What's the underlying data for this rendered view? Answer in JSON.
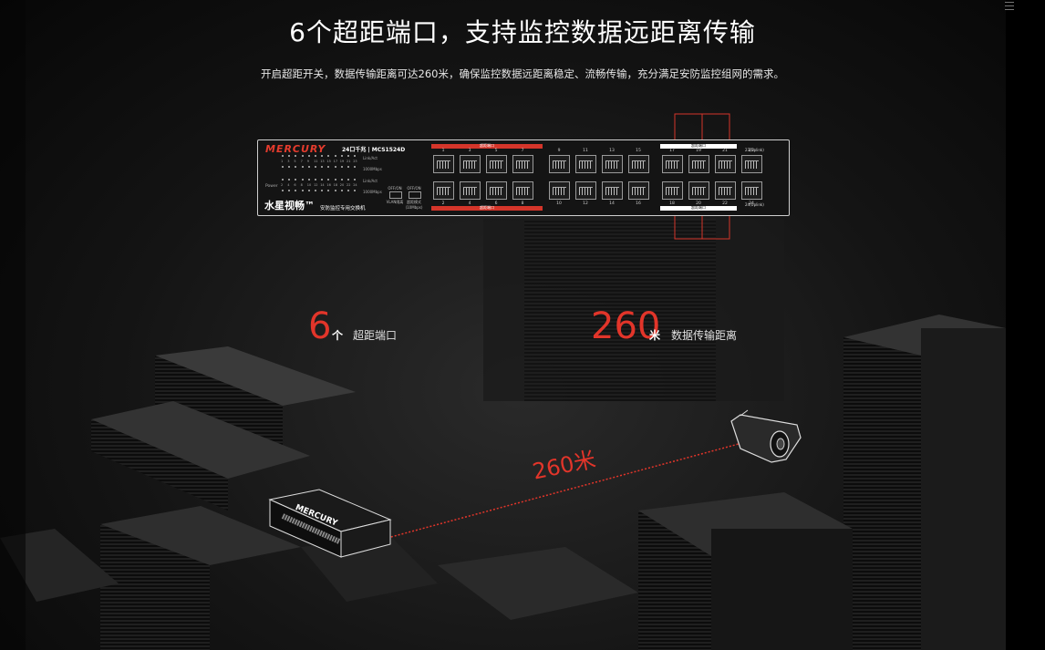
{
  "header": {
    "title": "6个超距端口，支持监控数据远距离传输",
    "subtitle": "开启超距开关，数据传输距离可达260米，确保监控数据远距离稳定、流畅传输，充分满足安防监控组网的需求。"
  },
  "switch": {
    "brand": "MERCURY",
    "model": "24口千兆 | MCS1524D",
    "slogan": "水星视畅™",
    "product_desc": "安防监控专用交换机",
    "led_status_label": "Link/Act",
    "speed_label": "1000Mbps",
    "power_label": "Power",
    "led_numbers_odd": [
      "1",
      "3",
      "5",
      "7",
      "9",
      "11",
      "13",
      "15",
      "17",
      "19",
      "21",
      "23"
    ],
    "led_numbers_even": [
      "2",
      "4",
      "6",
      "8",
      "10",
      "12",
      "14",
      "16",
      "18",
      "20",
      "22",
      "24"
    ],
    "buttons": [
      {
        "state": "OFF/ON",
        "label": "VLAN隔离"
      },
      {
        "state": "OFF/ON",
        "label": "超距模式 (10Mbps)"
      }
    ],
    "top_port_numbers": [
      "1",
      "3",
      "5",
      "7",
      "9",
      "11",
      "13",
      "15",
      "17",
      "19",
      "21",
      "23"
    ],
    "bottom_port_numbers": [
      "2",
      "4",
      "6",
      "8",
      "10",
      "12",
      "14",
      "16",
      "18",
      "20",
      "22",
      "24"
    ],
    "extended_ports_label": "超距端口",
    "uplink_label_top": "23(Uplink)",
    "uplink_label_bottom": "24(Uplink)"
  },
  "stats": [
    {
      "value": "6",
      "unit": "个",
      "caption": "超距端口"
    },
    {
      "value": "260",
      "unit": "米",
      "caption": "数据传输距离"
    }
  ],
  "scene": {
    "distance_label": "260米",
    "device_brand": "MERCURY"
  },
  "colors": {
    "accent": "#e2352a",
    "background": "#111111"
  }
}
